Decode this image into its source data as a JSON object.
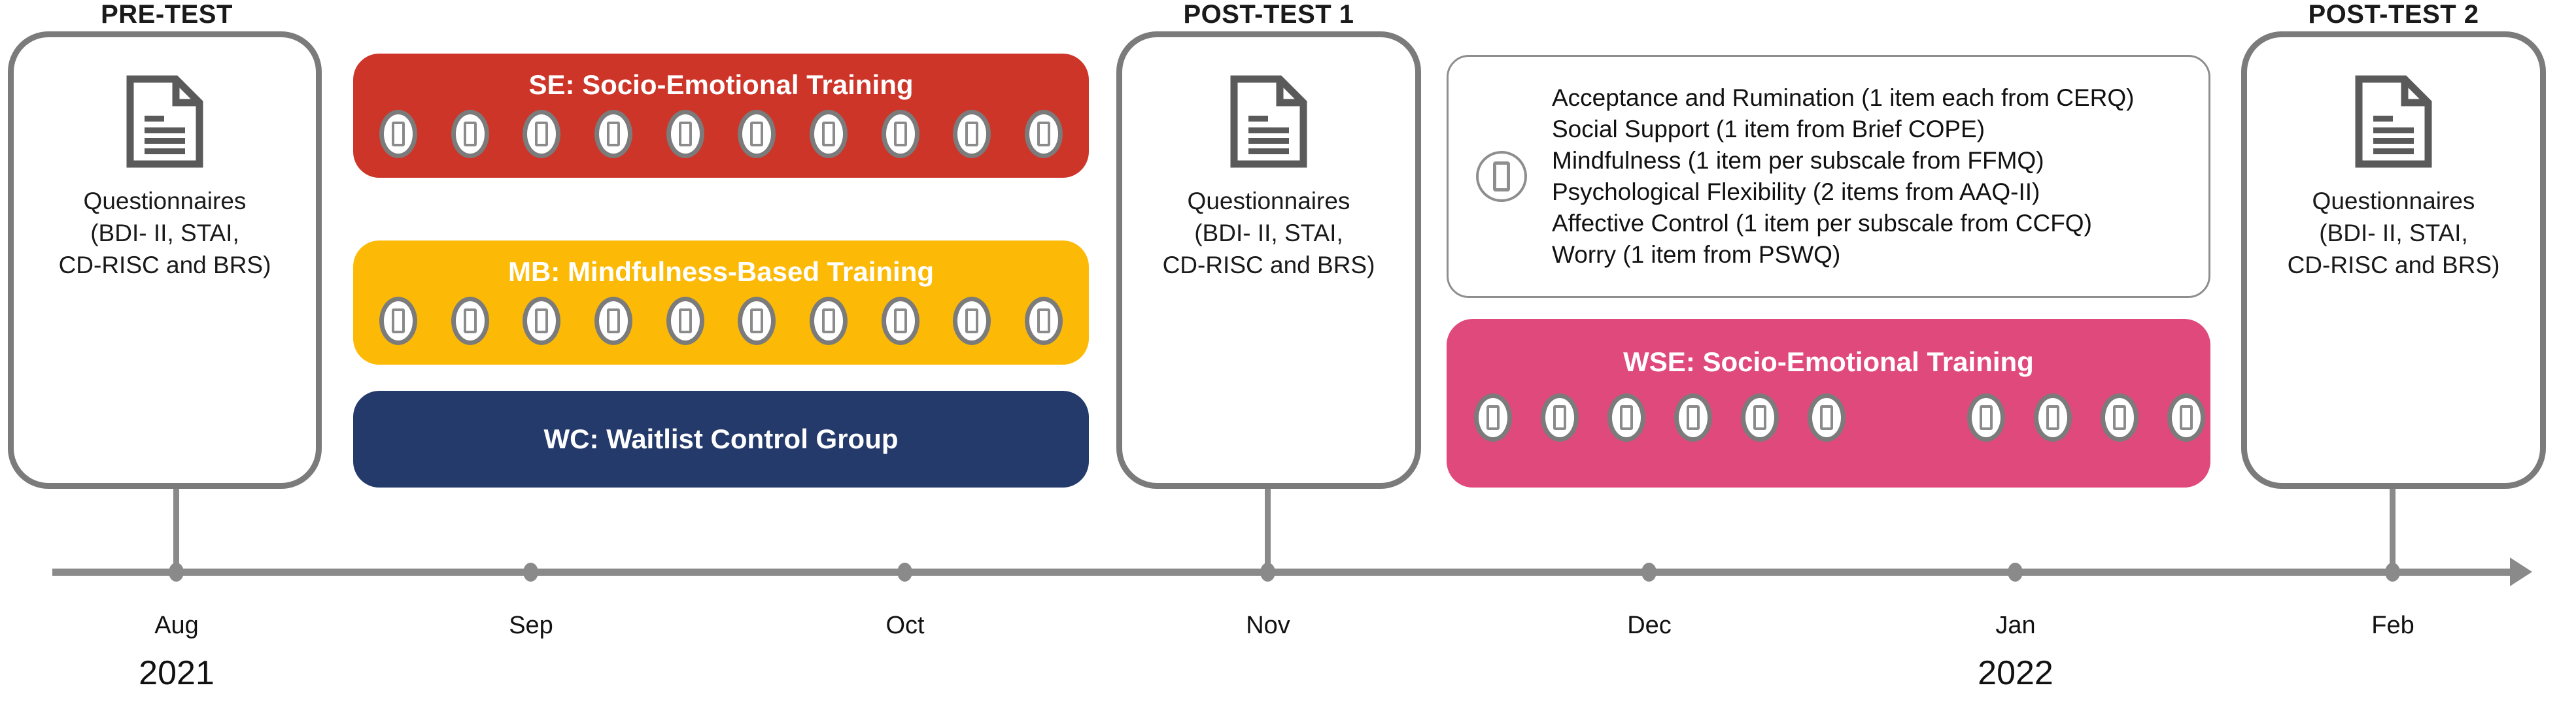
{
  "stages": [
    {
      "name": "pre-test",
      "label": "PRE-TEST",
      "icon": "document-icon",
      "questionnaire_text": "Questionnaires\n(BDI- II, STAI,\nCD-RISC and BRS)"
    },
    {
      "name": "post-test-1",
      "label": "POST-TEST 1",
      "icon": "document-icon",
      "questionnaire_text": "Questionnaires\n(BDI- II, STAI,\nCD-RISC and BRS)"
    },
    {
      "name": "post-test-2",
      "label": "POST-TEST 2",
      "icon": "document-icon",
      "questionnaire_text": "Questionnaires\n(BDI- II, STAI,\nCD-RISC and BRS)"
    }
  ],
  "groups": [
    {
      "key": "se",
      "code": "SE",
      "title": "SE: Socio-Emotional Training",
      "color": "#CD3529",
      "icon": "smartphone-icon",
      "session_icon_count": 10,
      "icon_groups": [
        10
      ]
    },
    {
      "key": "mb",
      "code": "MB",
      "title": "MB: Mindfulness-Based Training",
      "color": "#FCBA07",
      "icon": "smartphone-icon",
      "session_icon_count": 10,
      "icon_groups": [
        10
      ]
    },
    {
      "key": "wc",
      "code": "WC",
      "title": "WC: Waitlist Control Group",
      "color": "#243A6B",
      "icon": null,
      "session_icon_count": 0,
      "icon_groups": []
    },
    {
      "key": "wse",
      "code": "WSE",
      "title": "WSE: Socio-Emotional Training",
      "color": "#E0497C",
      "icon": "smartphone-icon",
      "session_icon_count": 10,
      "icon_groups": [
        6,
        4
      ]
    }
  ],
  "measures_note": {
    "icon": "smartphone-icon",
    "items": [
      "Acceptance and Rumination (1 item each  from CERQ)",
      "Social Support (1 item from Brief COPE)",
      "Mindfulness (1 item per subscale from FFMQ)",
      "Psychological Flexibility (2 items from AAQ-II)",
      "Affective Control (1 item per subscale  from CCFQ)",
      "Worry (1 item from PSWQ)"
    ]
  },
  "timeline": {
    "months": [
      "Aug",
      "Sep",
      "Oct",
      "Nov",
      "Dec",
      "Jan",
      "Feb"
    ],
    "years": [
      {
        "label": "2021",
        "month": "Aug"
      },
      {
        "label": "2022",
        "month": "Jan"
      }
    ],
    "marked_months": [
      "Aug",
      "Nov",
      "Feb"
    ],
    "axis_color": "#8a8a8a"
  },
  "colors": {
    "se_red": "#CD3529",
    "mb_yellow": "#FCBA07",
    "wc_navy": "#243A6B",
    "wse_pink": "#E0497C",
    "box_border_gray": "#7b7b7b",
    "axis_gray": "#8a8a8a",
    "text_black": "#111111"
  }
}
